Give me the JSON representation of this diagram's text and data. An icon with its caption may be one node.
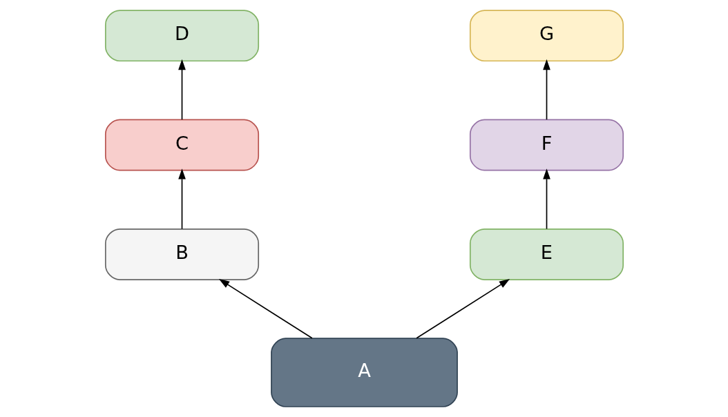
{
  "diagram": {
    "nodes": [
      {
        "text": [
          "D"
        ]
      },
      {
        "text": [
          "G"
        ]
      },
      {
        "text": [
          "C"
        ]
      },
      {
        "text": [
          "F"
        ]
      },
      {
        "text": [
          "B"
        ]
      },
      {
        "text": [
          "E"
        ]
      },
      {
        "text": [
          "A"
        ]
      }
    ],
    "edges": [
      {
        "from": 6,
        "to": 4,
        "arrow": "to"
      },
      {
        "from": 4,
        "to": 2,
        "arrow": "to"
      },
      {
        "from": 2,
        "to": 0,
        "arrow": "to"
      },
      {
        "from": 6,
        "to": 5,
        "arrow": "to"
      },
      {
        "from": 5,
        "to": 3,
        "arrow": "to"
      },
      {
        "from": 3,
        "to": 1,
        "arrow": "to"
      }
    ]
  }
}
